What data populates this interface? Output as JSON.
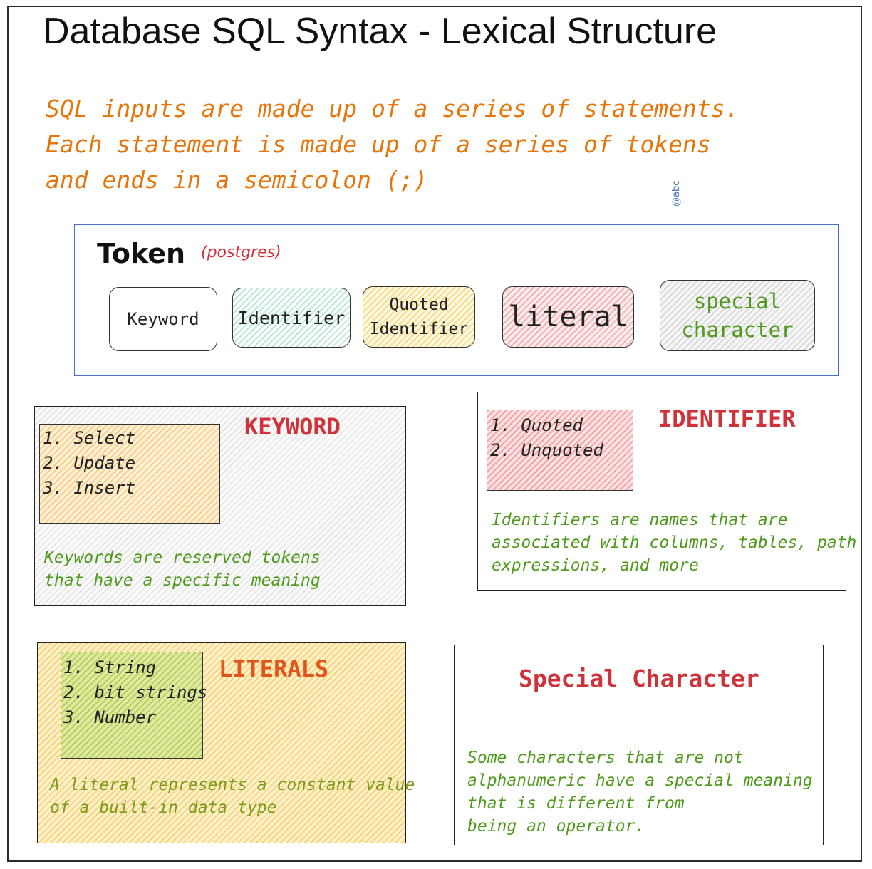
{
  "title": "Database SQL Syntax - Lexical Structure",
  "intro": [
    "SQL inputs are made up of a  series of statements.",
    "Each statement is made up  of a series of tokens",
    "and ends in a semicolon (;)"
  ],
  "watermark": "@abc",
  "token": {
    "title": "Token",
    "subtitle": "(postgres)",
    "items": [
      "Keyword",
      "Identifier",
      "Quoted Identifier",
      "literal",
      "special character"
    ]
  },
  "keyword": {
    "heading": "KEYWORD",
    "list": [
      "1. Select",
      "2. Update",
      "3. Insert"
    ],
    "desc": [
      "Keywords are reserved tokens",
      "that have a specific meaning"
    ]
  },
  "identifier": {
    "heading": "IDENTIFIER",
    "list": [
      "1. Quoted",
      "2. Unquoted"
    ],
    "desc": [
      "Identifiers are names that are",
      "associated with columns, tables, path",
      "expressions, and more"
    ]
  },
  "literals": {
    "heading": "LITERALS",
    "list": [
      "1. String",
      "2. bit strings",
      "3. Number"
    ],
    "desc": [
      "A literal represents a constant value",
      "of a built-in data type"
    ]
  },
  "special": {
    "heading": "Special Character",
    "desc": [
      "Some characters that are not",
      "alphanumeric have a special meaning",
      "that is different from",
      "being an operator."
    ]
  },
  "colors": {
    "orange_text": "#e8750a",
    "red_heading": "#d0323a",
    "green_text": "#4f9a1d",
    "blue_border": "#4a6bd6"
  }
}
